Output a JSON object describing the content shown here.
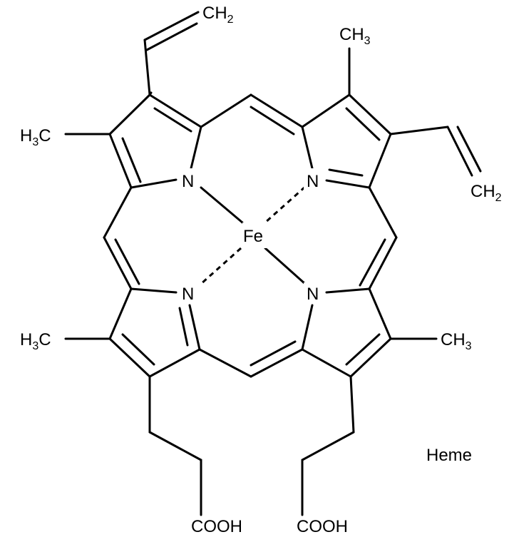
{
  "caption": "Heme",
  "metal": "Fe",
  "nitrogen": "N",
  "groups": {
    "methyl_left": {
      "base": "H",
      "sub": "3",
      "tail": "C"
    },
    "methyl_right": {
      "base": "CH",
      "sub": "3"
    },
    "vinyl_terminal": {
      "base": "CH",
      "sub": "2"
    },
    "carboxyl": "COOH"
  }
}
